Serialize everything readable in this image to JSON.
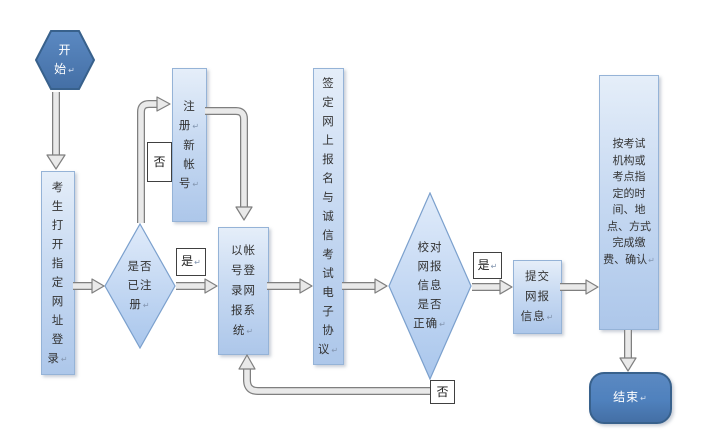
{
  "title": "exam-online-registration-flowchart",
  "colors": {
    "accent_dark_fill": "#4f81bd",
    "accent_dark_border": "#38618c",
    "process_fill_top": "#e5eef9",
    "process_fill_bottom": "#adc7ea",
    "process_border": "#95b3d7",
    "arrow_fill": "#e9e9e9",
    "arrow_border": "#7f7f7f",
    "text": "#333333",
    "background": "#ffffff"
  },
  "nodes": {
    "start": {
      "shape": "hexagon",
      "lines": [
        "开",
        "始↵"
      ]
    },
    "open_site": {
      "shape": "rect",
      "lines": [
        "考",
        "生",
        "打",
        "开",
        "指",
        "定",
        "网",
        "址",
        "登",
        "录↵"
      ]
    },
    "is_registered": {
      "shape": "diamond",
      "lines": [
        "是否",
        "已注",
        "册↵"
      ]
    },
    "register_account": {
      "shape": "rect",
      "lines": [
        "注",
        "册↵",
        "新",
        "帐",
        "号↵"
      ]
    },
    "login_system": {
      "shape": "rect",
      "lines": [
        "以帐",
        "号登",
        "录网",
        "报系",
        "统↵"
      ]
    },
    "sign_agreement": {
      "shape": "rect",
      "lines": [
        "签",
        "定",
        "网",
        "上",
        "报",
        "名",
        "与",
        "诚",
        "信",
        "考",
        "试",
        "电",
        "子",
        "协",
        "议↵"
      ]
    },
    "verify_info": {
      "shape": "diamond",
      "lines": [
        "校对",
        "网报",
        "信息",
        "是否",
        "正确↵"
      ]
    },
    "submit_info": {
      "shape": "rect",
      "lines": [
        "提交",
        "网报",
        "信息↵"
      ]
    },
    "pay_confirm": {
      "shape": "rect",
      "lines": [
        "按考试",
        "机构或",
        "考点指",
        "定的时",
        "间、地",
        "点、方式",
        "完成缴",
        "费、确认↵"
      ]
    },
    "end": {
      "shape": "rounded",
      "lines": [
        "结束↵"
      ]
    }
  },
  "edge_labels": {
    "not_registered": {
      "lines": [
        "否"
      ]
    },
    "registered_yes": {
      "lines": [
        "是↵"
      ]
    },
    "info_correct_yes": {
      "lines": [
        "是↵"
      ]
    },
    "info_incorrect_no": {
      "lines": [
        "否"
      ]
    }
  }
}
